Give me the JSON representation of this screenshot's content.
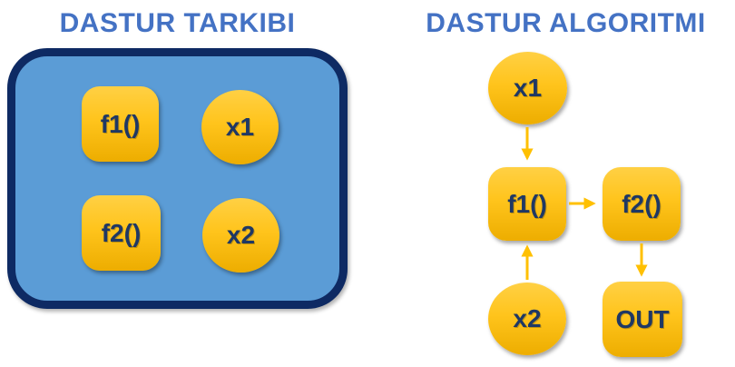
{
  "left_panel": {
    "title": "DASTUR TARKIBI",
    "nodes": [
      {
        "label": "f1()",
        "shape": "rounded-square"
      },
      {
        "label": "x1",
        "shape": "circle"
      },
      {
        "label": "f2()",
        "shape": "rounded-square"
      },
      {
        "label": "x2",
        "shape": "circle"
      }
    ]
  },
  "right_panel": {
    "title": "DASTUR ALGORITMI",
    "nodes": [
      {
        "label": "x1",
        "shape": "circle"
      },
      {
        "label": "f1()",
        "shape": "rounded-square"
      },
      {
        "label": "f2()",
        "shape": "rounded-square"
      },
      {
        "label": "x2",
        "shape": "circle"
      },
      {
        "label": "OUT",
        "shape": "rounded-square"
      }
    ],
    "edges": [
      {
        "from": "x1",
        "to": "f1()",
        "direction": "down"
      },
      {
        "from": "f1()",
        "to": "f2()",
        "direction": "right"
      },
      {
        "from": "x2",
        "to": "f1()",
        "direction": "up"
      },
      {
        "from": "f2()",
        "to": "OUT",
        "direction": "down"
      }
    ]
  },
  "colors": {
    "page_bg": "#FFFFFF",
    "title_blue": "#4472C4",
    "container_fill": "#5B9CD6",
    "container_border": "#0E2A63",
    "node_gradient_top": "#FFD044",
    "node_gradient_bottom": "#EDAD00",
    "node_text": "#1F3864",
    "arrow": "#FFC001"
  }
}
